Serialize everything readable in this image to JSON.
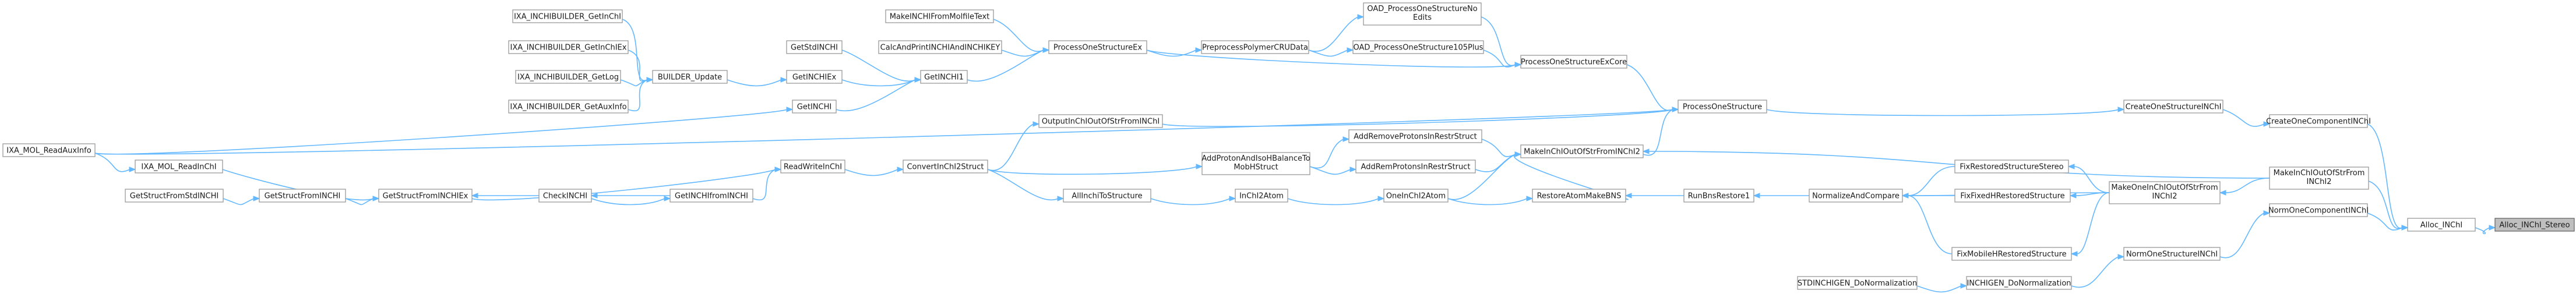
{
  "graph": {
    "root": "Alloc_INChI_Stereo",
    "nodes": {
      "Alloc_INChI_Stereo": "Alloc_INChI_Stereo",
      "Alloc_INChI": "Alloc_INChI",
      "CreateOneComponentINChI": "CreateOneComponentINChI",
      "CreateOneStructureINChI": "CreateOneStructureINChI",
      "ProcessOneStructure": "ProcessOneStructure",
      "ProcessOneStructureExCore": "ProcessOneStructureExCore",
      "ProcessOneStructureEx": "ProcessOneStructureEx",
      "OAD_ProcessOneStructureNoEdits": [
        "OAD_ProcessOneStructureNo",
        "Edits"
      ],
      "OAD_ProcessOneStructure105Plus": "OAD_ProcessOneStructure105Plus",
      "PreprocessPolymerCRUData": "PreprocessPolymerCRUData",
      "MakeINCHIFromMolfileText": "MakeINCHIFromMolfileText",
      "CalcAndPrintINCHIAndINCHIKEY": "CalcAndPrintINCHIAndINCHIKEY",
      "GetINCHI1": "GetINCHI1",
      "GetStdINCHI": "GetStdINCHI",
      "GetINCHIEx": "GetINCHIEx",
      "GetINCHI": "GetINCHI",
      "BUILDER_Update": "BUILDER_Update",
      "IXA_INCHIBUILDER_GetInChI": "IXA_INCHIBUILDER_GetInChI",
      "IXA_INCHIBUILDER_GetInChIEx": "IXA_INCHIBUILDER_GetInChIEx",
      "IXA_INCHIBUILDER_GetLog": "IXA_INCHIBUILDER_GetLog",
      "IXA_INCHIBUILDER_GetAuxInfo": "IXA_INCHIBUILDER_GetAuxInfo",
      "IXA_MOL_ReadAuxInfo": "IXA_MOL_ReadAuxInfo",
      "OutputInChIOutOfStrFromINChI": "OutputInChIOutOfStrFromINChI",
      "ConvertInChI2Struct": "ConvertInChI2Struct",
      "ReadWriteInChI": "ReadWriteInChI",
      "GetStructFromINCHIEx": "GetStructFromINCHIEx",
      "IXA_MOL_ReadInChI": "IXA_MOL_ReadInChI",
      "GetStructFromINCHI": "GetStructFromINCHI",
      "GetStructFromStdINCHI": "GetStructFromStdINCHI",
      "CheckINCHI": "CheckINCHI",
      "GetINCHIfromINCHI": "GetINCHIfromINCHI",
      "AllInchiToStructure": "AllInchiToStructure",
      "AddProtonAndIsoHBalanceToMobHStruct": [
        "AddProtonAndIsoHBalanceTo",
        "MobHStruct"
      ],
      "AddRemoveProtonsInRestrStruct": "AddRemoveProtonsInRestrStruct",
      "AddRemProtonsInRestrStruct": "AddRemProtonsInRestrStruct",
      "MakeInChIOutOfStrFromINChI2_mid": "MakeInChIOutOfStrFromINChI2",
      "InChI2Atom": "InChI2Atom",
      "OneInChI2Atom": "OneInChI2Atom",
      "RestoreAtomMakeBNS": "RestoreAtomMakeBNS",
      "RunBnsRestore1": "RunBnsRestore1",
      "NormalizeAndCompare": "NormalizeAndCompare",
      "FixRestoredStructureStereo": "FixRestoredStructureStereo",
      "FixFixedHRestoredStructure": "FixFixedHRestoredStructure",
      "FixMobileHRestoredStructure": "FixMobileHRestoredStructure",
      "MakeOneInChIOutOfStrFromINChI2": [
        "MakeOneInChIOutOfStrFrom",
        "INChI2"
      ],
      "MakeInChIOutOfStrFromINChI2_right": [
        "MakeInChIOutOfStrFrom",
        "INChI2"
      ],
      "NormOneComponentINChI": "NormOneComponentINChI",
      "NormOneStructureINChI": "NormOneStructureINChI",
      "INCHIGEN_DoNormalization": "INCHIGEN_DoNormalization",
      "STDINCHIGEN_DoNormalization": "STDINCHIGEN_DoNormalization"
    },
    "edges": [
      [
        "Alloc_INChI",
        "Alloc_INChI_Stereo"
      ],
      [
        "CreateOneComponentINChI",
        "Alloc_INChI"
      ],
      [
        "MakeInChIOutOfStrFromINChI2_right",
        "Alloc_INChI"
      ],
      [
        "NormOneComponentINChI",
        "Alloc_INChI"
      ],
      [
        "CreateOneStructureINChI",
        "CreateOneComponentINChI"
      ],
      [
        "ProcessOneStructure",
        "CreateOneStructureINChI"
      ],
      [
        "ProcessOneStructureExCore",
        "ProcessOneStructure"
      ],
      [
        "ProcessOneStructureEx",
        "ProcessOneStructureExCore"
      ],
      [
        "OAD_ProcessOneStructureNoEdits",
        "ProcessOneStructureExCore"
      ],
      [
        "OAD_ProcessOneStructure105Plus",
        "ProcessOneStructureExCore"
      ],
      [
        "PreprocessPolymerCRUData",
        "OAD_ProcessOneStructureNoEdits"
      ],
      [
        "PreprocessPolymerCRUData",
        "OAD_ProcessOneStructure105Plus"
      ],
      [
        "ProcessOneStructureEx",
        "PreprocessPolymerCRUData"
      ],
      [
        "MakeINCHIFromMolfileText",
        "ProcessOneStructureEx"
      ],
      [
        "CalcAndPrintINCHIAndINCHIKEY",
        "ProcessOneStructureEx"
      ],
      [
        "GetINCHI1",
        "ProcessOneStructureEx"
      ],
      [
        "GetStdINCHI",
        "GetINCHI1"
      ],
      [
        "GetINCHIEx",
        "GetINCHI1"
      ],
      [
        "GetINCHI",
        "GetINCHI1"
      ],
      [
        "BUILDER_Update",
        "GetINCHIEx"
      ],
      [
        "IXA_INCHIBUILDER_GetInChI",
        "BUILDER_Update"
      ],
      [
        "IXA_INCHIBUILDER_GetInChIEx",
        "BUILDER_Update"
      ],
      [
        "IXA_INCHIBUILDER_GetLog",
        "BUILDER_Update"
      ],
      [
        "IXA_INCHIBUILDER_GetAuxInfo",
        "BUILDER_Update"
      ],
      [
        "IXA_MOL_ReadAuxInfo",
        "GetINCHI"
      ],
      [
        "IXA_MOL_ReadAuxInfo",
        "ProcessOneStructure"
      ],
      [
        "OutputInChIOutOfStrFromINChI",
        "ProcessOneStructure"
      ],
      [
        "ConvertInChI2Struct",
        "OutputInChIOutOfStrFromINChI"
      ],
      [
        "ReadWriteInChI",
        "ConvertInChI2Struct"
      ],
      [
        "GetStructFromINCHIEx",
        "ReadWriteInChI"
      ],
      [
        "IXA_MOL_ReadInChI",
        "GetStructFromINCHIEx"
      ],
      [
        "GetStructFromINCHI",
        "GetStructFromINCHIEx"
      ],
      [
        "GetStructFromStdINCHI",
        "GetStructFromINCHI"
      ],
      [
        "IXA_MOL_ReadAuxInfo",
        "IXA_MOL_ReadInChI"
      ],
      [
        "GetINCHIfromINCHI",
        "ReadWriteInChI"
      ],
      [
        "CheckINCHI",
        "GetINCHIfromINCHI"
      ],
      [
        "GetINCHIfromINCHI",
        "CheckINCHI"
      ],
      [
        "CheckINCHI",
        "GetStructFromINCHIEx"
      ],
      [
        "ConvertInChI2Struct",
        "AddProtonAndIsoHBalanceToMobHStruct"
      ],
      [
        "ConvertInChI2Struct",
        "AllInchiToStructure"
      ],
      [
        "AllInchiToStructure",
        "InChI2Atom"
      ],
      [
        "InChI2Atom",
        "OneInChI2Atom"
      ],
      [
        "OneInChI2Atom",
        "MakeInChIOutOfStrFromINChI2_mid"
      ],
      [
        "AddProtonAndIsoHBalanceToMobHStruct",
        "AddRemoveProtonsInRestrStruct"
      ],
      [
        "AddProtonAndIsoHBalanceToMobHStruct",
        "AddRemProtonsInRestrStruct"
      ],
      [
        "AddRemoveProtonsInRestrStruct",
        "MakeInChIOutOfStrFromINChI2_mid"
      ],
      [
        "AddRemProtonsInRestrStruct",
        "MakeInChIOutOfStrFromINChI2_mid"
      ],
      [
        "MakeInChIOutOfStrFromINChI2_mid",
        "ProcessOneStructure"
      ],
      [
        "OneInChI2Atom",
        "RestoreAtomMakeBNS"
      ],
      [
        "RestoreAtomMakeBNS",
        "MakeInChIOutOfStrFromINChI2_mid"
      ],
      [
        "RunBnsRestore1",
        "RestoreAtomMakeBNS"
      ],
      [
        "NormalizeAndCompare",
        "RunBnsRestore1"
      ],
      [
        "FixRestoredStructureStereo",
        "NormalizeAndCompare"
      ],
      [
        "FixFixedHRestoredStructure",
        "NormalizeAndCompare"
      ],
      [
        "FixMobileHRestoredStructure",
        "NormalizeAndCompare"
      ],
      [
        "MakeOneInChIOutOfStrFromINChI2",
        "NormalizeAndCompare"
      ],
      [
        "MakeOneInChIOutOfStrFromINChI2",
        "FixRestoredStructureStereo"
      ],
      [
        "MakeOneInChIOutOfStrFromINChI2",
        "FixFixedHRestoredStructure"
      ],
      [
        "MakeOneInChIOutOfStrFromINChI2",
        "FixMobileHRestoredStructure"
      ],
      [
        "MakeInChIOutOfStrFromINChI2_right",
        "MakeOneInChIOutOfStrFromINChI2"
      ],
      [
        "MakeInChIOutOfStrFromINChI2_right",
        "MakeInChIOutOfStrFromINChI2_mid"
      ],
      [
        "NormOneStructureINChI",
        "NormOneComponentINChI"
      ],
      [
        "INCHIGEN_DoNormalization",
        "NormOneStructureINChI"
      ],
      [
        "STDINCHIGEN_DoNormalization",
        "INCHIGEN_DoNormalization"
      ]
    ]
  }
}
